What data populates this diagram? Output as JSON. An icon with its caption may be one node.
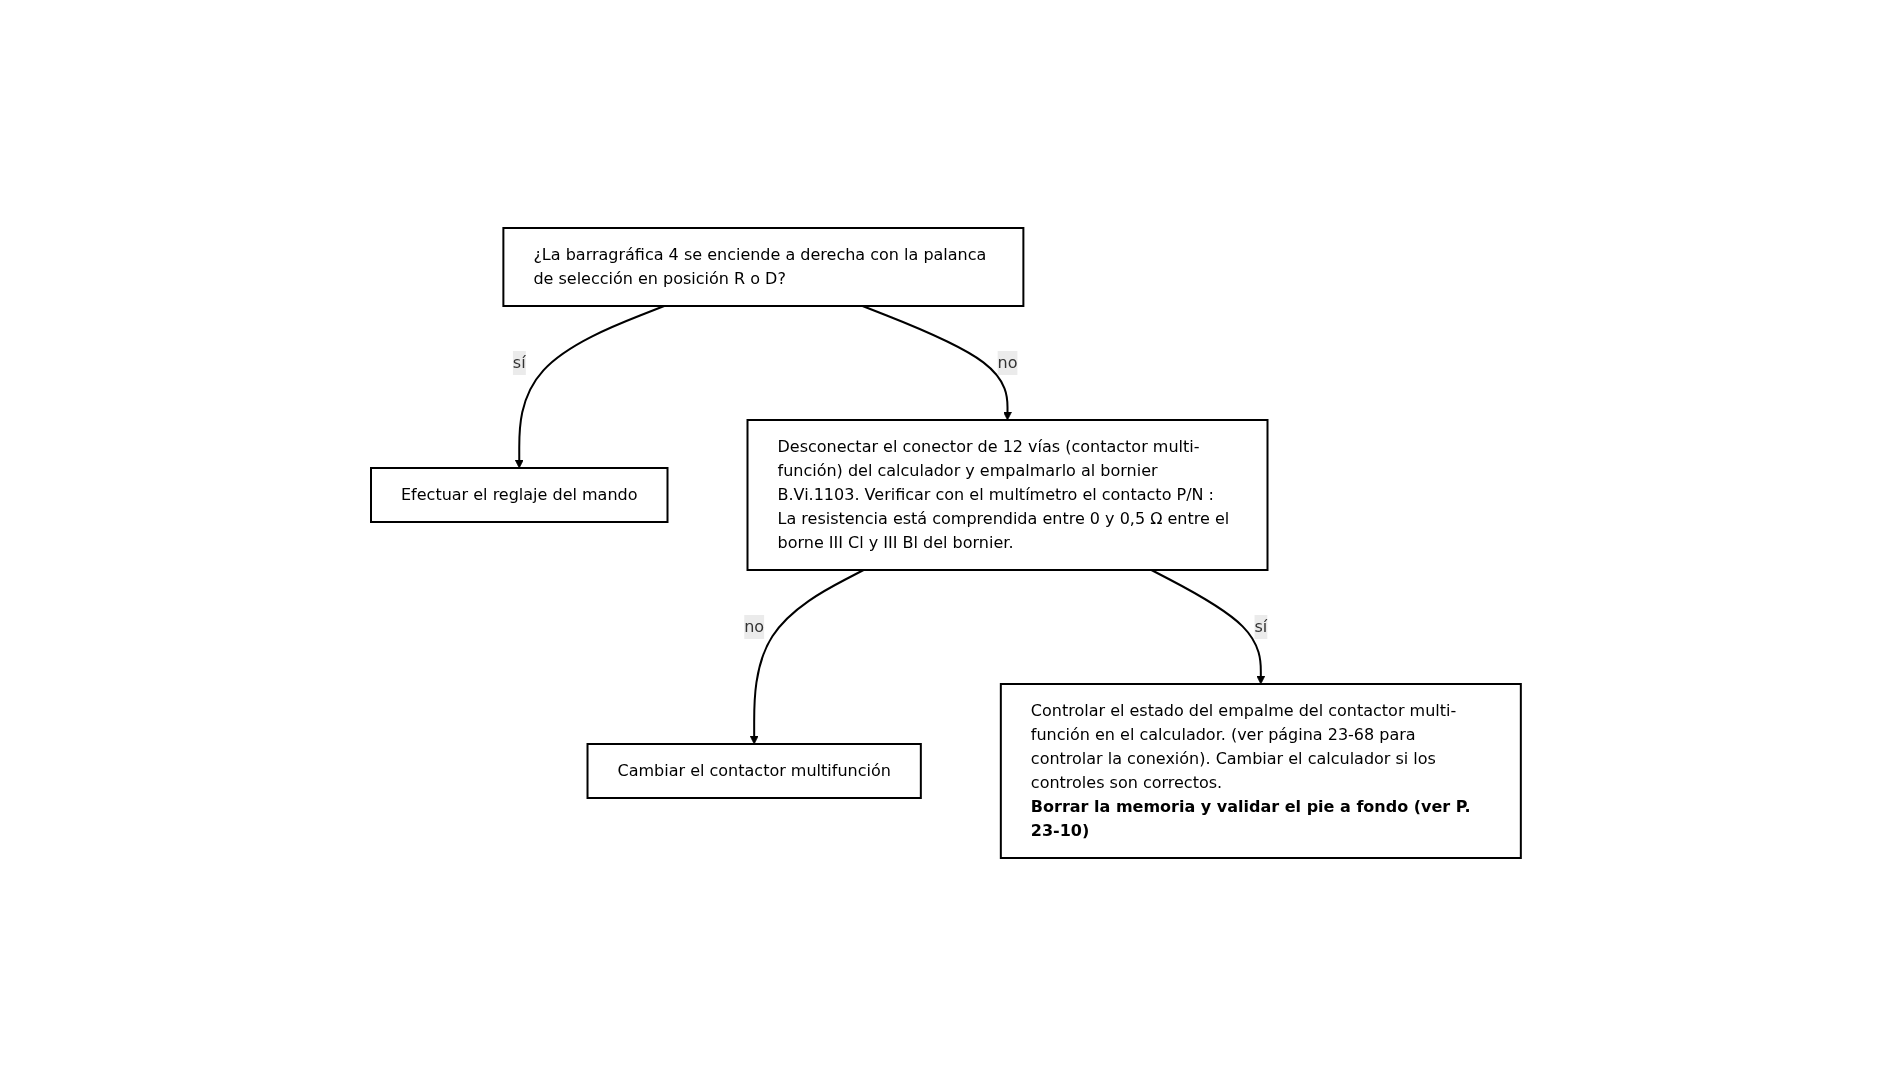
{
  "diagram": {
    "nodes": [
      {
        "text": [
          "¿La barragráfica 4 se enciende a derecha con la palanca de selección en posición R o D?"
        ]
      },
      {
        "text": [
          "Efectuar el reglaje del mando"
        ]
      },
      {
        "text": [
          "Desconectar el conector de 12 vías (contactor multi-función) del calculador y empalmarlo al bornier B.Vi.1103. Verificar con el multímetro el contacto P/N : La resistencia está comprendida entre 0 y 0,5 Ω entre el borne III Cl y III Bl del bornier."
        ]
      },
      {
        "text": [
          "Cambiar el contactor multifunción"
        ]
      },
      {
        "text": [
          "Controlar el estado del empalme del contactor multi-función en el calculador. (ver página 23-68 para controlar la conexión). Cambiar el calculador si los controles son correctos.",
          "Borrar la memoria y validar el pie a fondo (ver P. 23-10)"
        ]
      }
    ],
    "edges": [
      {
        "from": 0,
        "to": 1,
        "arrow": "to",
        "label": "sí"
      },
      {
        "from": 0,
        "to": 2,
        "arrow": "to",
        "label": "no"
      },
      {
        "from": 2,
        "to": 3,
        "arrow": "to",
        "label": "no"
      },
      {
        "from": 2,
        "to": 4,
        "arrow": "to",
        "label": "sí"
      }
    ]
  }
}
